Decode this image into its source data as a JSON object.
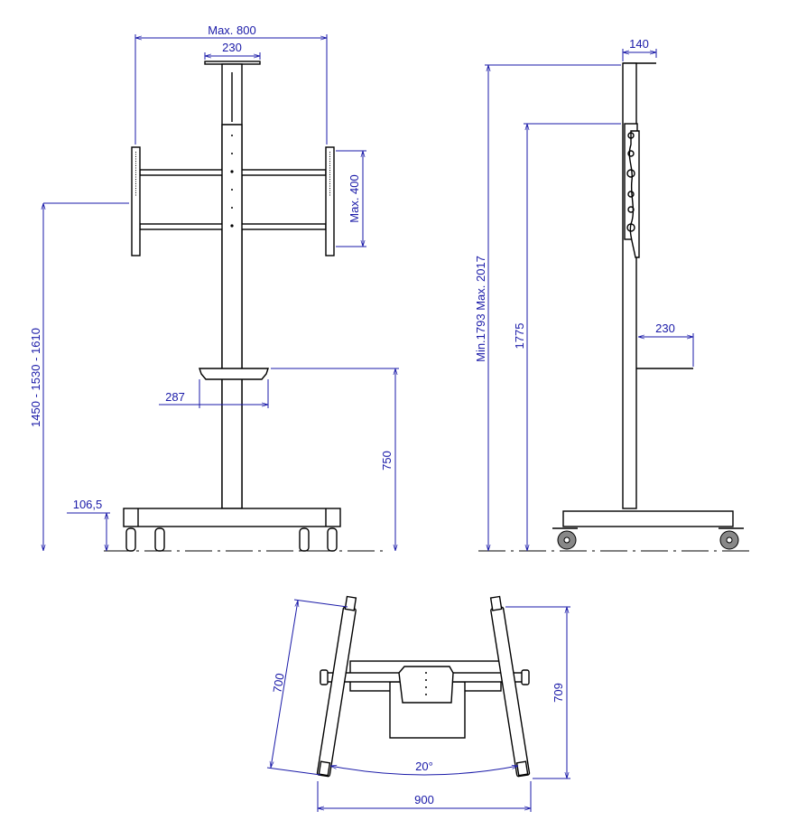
{
  "front_view": {
    "max_width": "Max. 800",
    "top_plate_width": "230",
    "max_vesa_height": "Max. 400",
    "screen_center_height": "1450 - 1530 - 1610",
    "shelf_width": "287",
    "shelf_height": "750",
    "base_height": "106,5"
  },
  "side_view": {
    "top_depth": "140",
    "overall_height": "Min.1793 Max. 2017",
    "column_height": "1775",
    "shelf_depth": "230"
  },
  "top_view": {
    "leg_length": "700",
    "base_depth": "709",
    "leg_angle": "20°",
    "base_width": "900"
  },
  "colors": {
    "outline": "#000000",
    "dimension": "#1a1aa8"
  }
}
